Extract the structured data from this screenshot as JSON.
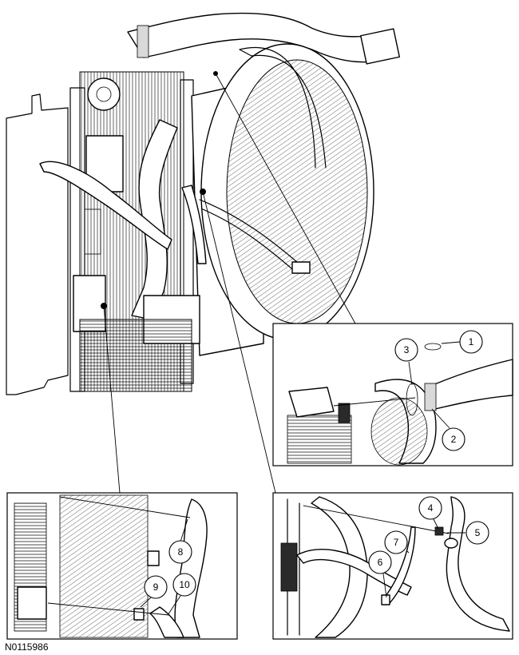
{
  "figure_code": "N0115986",
  "callouts": [
    "1",
    "2",
    "3",
    "4",
    "5",
    "6",
    "7",
    "8",
    "9",
    "10"
  ]
}
